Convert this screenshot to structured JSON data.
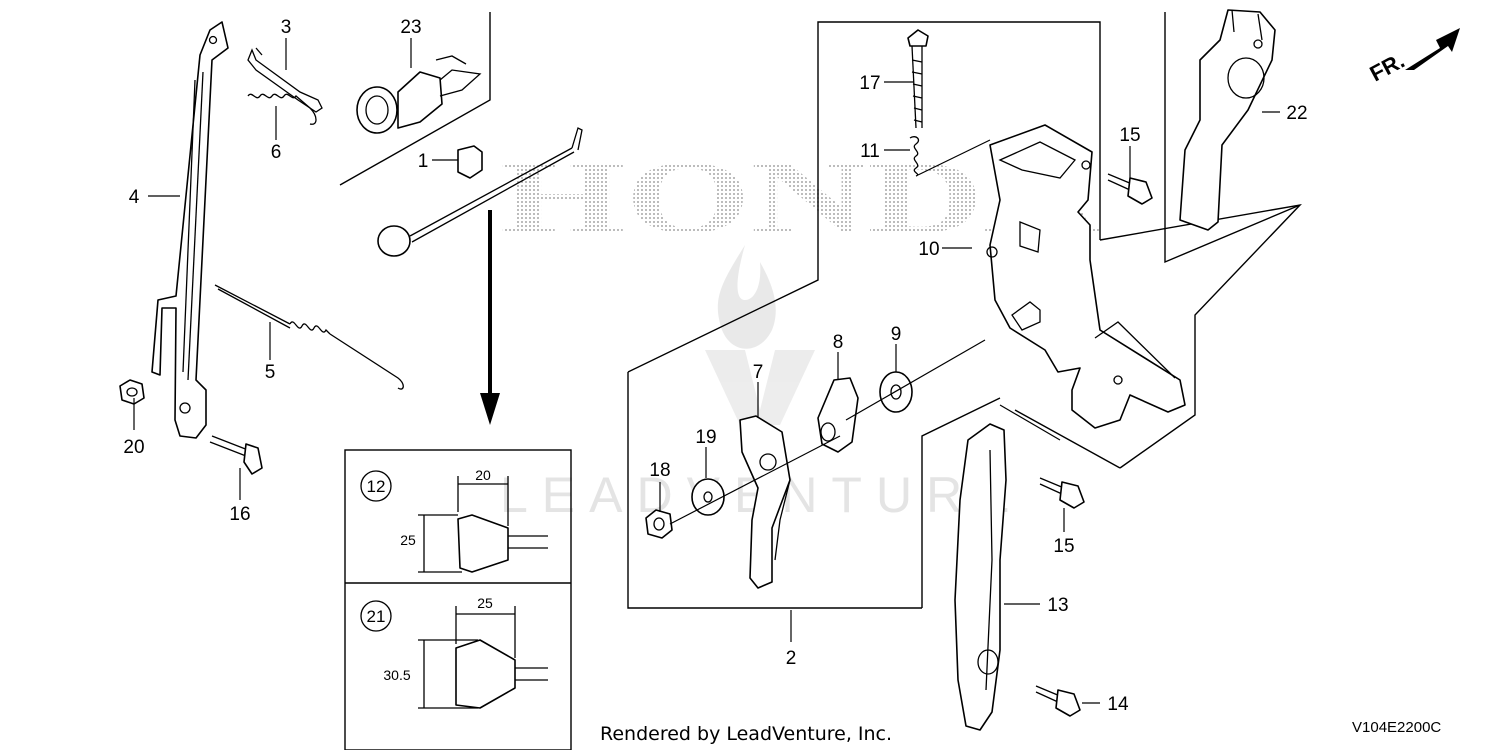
{
  "diagram": {
    "callouts": {
      "p1": "1",
      "p2": "2",
      "p3": "3",
      "p4": "4",
      "p5": "5",
      "p6": "6",
      "p7": "7",
      "p8": "8",
      "p9": "9",
      "p10": "10",
      "p11": "11",
      "p13": "13",
      "p14": "14",
      "p15a": "15",
      "p15b": "15",
      "p16": "16",
      "p17": "17",
      "p18": "18",
      "p19": "19",
      "p20": "20",
      "p22": "22",
      "p23": "23"
    },
    "inset": {
      "top": {
        "part": "12",
        "width": "20",
        "height": "25"
      },
      "bottom": {
        "part": "21",
        "width": "25",
        "height": "30.5"
      }
    },
    "direction_label": "FR.",
    "watermark_top": "HONDA",
    "watermark_bottom": "LEADVENTURE",
    "footer": "Rendered by LeadVenture, Inc.",
    "diagram_code": "V104E2200C"
  }
}
